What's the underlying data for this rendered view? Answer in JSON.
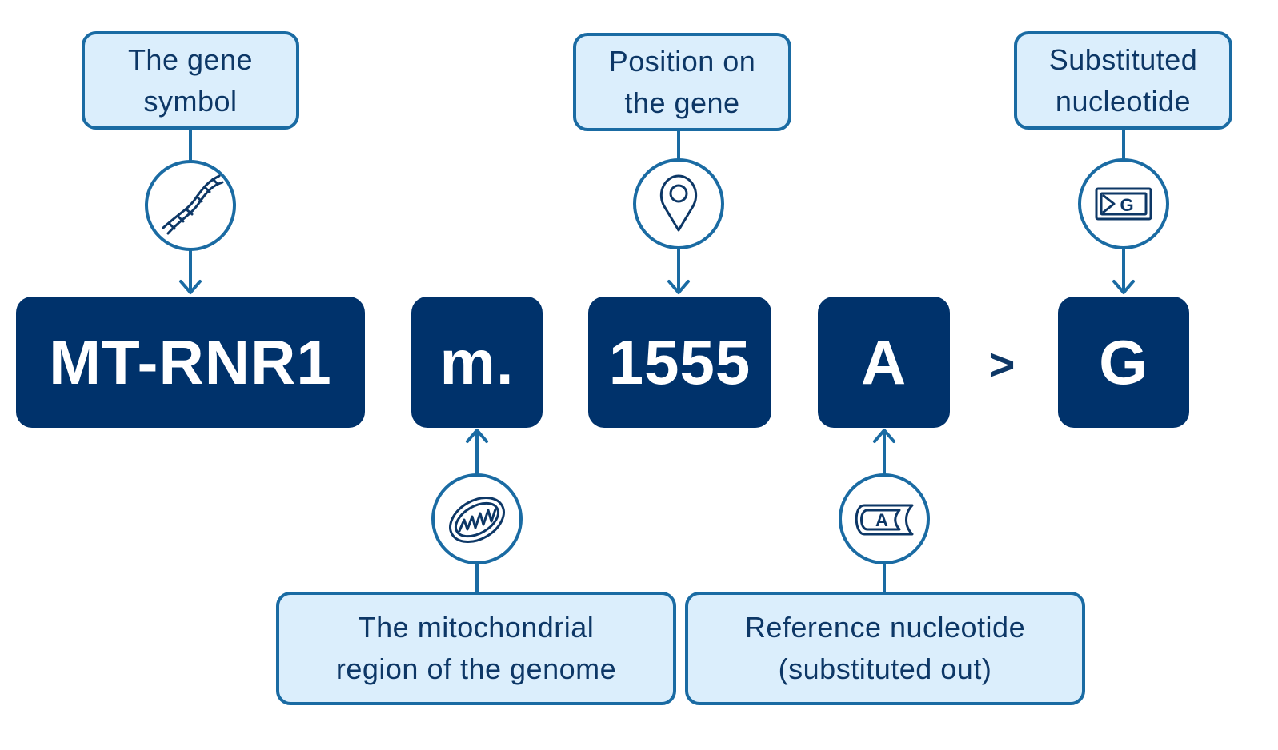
{
  "tokens": {
    "gene": "MT-RNR1",
    "region": "m.",
    "position": "1555",
    "reference": "A",
    "separator": ">",
    "substitute": "G"
  },
  "labels": {
    "gene_symbol": "The gene\nsymbol",
    "position": "Position on\nthe gene",
    "substituted": "Substituted\nnucleotide",
    "mitochondrial": "The mitochondrial\nregion of the genome",
    "reference": "Reference nucleotide\n(substituted out)"
  },
  "icons": {
    "gene": "dna-icon",
    "position": "map-pin-icon",
    "substituted": "nucleotide-g-icon",
    "mitochondrial": "mitochondria-icon",
    "reference": "nucleotide-a-icon",
    "reference_letter": "A",
    "substituted_letter": "G"
  },
  "colors": {
    "token_fill": "#00326b",
    "label_fill": "#dbeefc",
    "accent": "#1a6ba3",
    "text": "#0d3766"
  }
}
